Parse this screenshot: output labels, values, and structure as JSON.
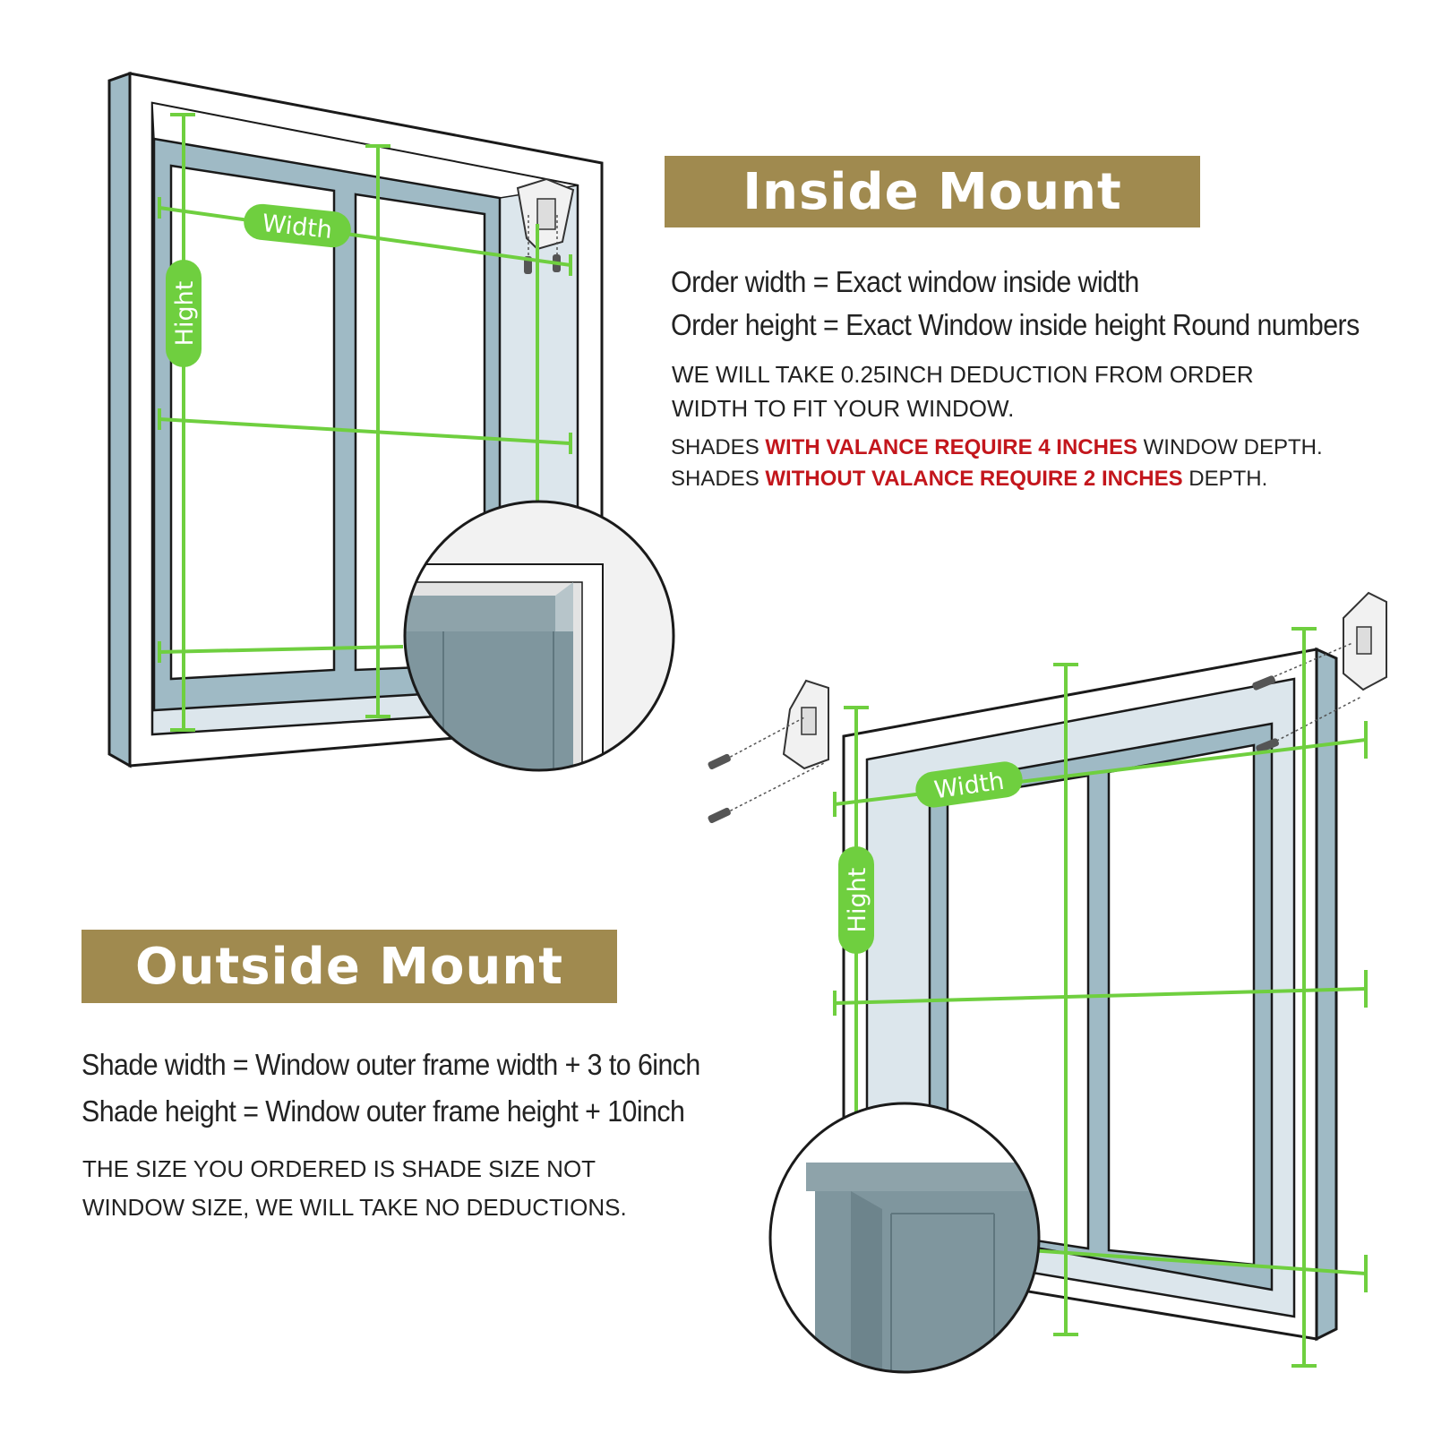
{
  "inside_mount": {
    "title": "Inside Mount",
    "line1": "Order width = Exact window inside width",
    "line2": "Order height = Exact Window inside height Round numbers",
    "note1": "WE WILL TAKE 0.25INCH DEDUCTION FROM ORDER",
    "note2": "WIDTH TO FIT YOUR WINDOW.",
    "depth1_prefix": "SHADES ",
    "depth1_highlight": "WITH VALANCE REQUIRE 4 INCHES",
    "depth1_suffix": " WINDOW DEPTH.",
    "depth2_prefix": "SHADES ",
    "depth2_highlight": "WITHOUT VALANCE REQUIRE 2 INCHES",
    "depth2_suffix": " DEPTH.",
    "width_label": "Width",
    "height_label": "Hight"
  },
  "outside_mount": {
    "title": "Outside Mount",
    "line1": "Shade width = Window outer frame width + 3 to 6inch",
    "line2": "Shade height = Window outer frame height + 10inch",
    "note1": "THE SIZE YOU ORDERED IS SHADE SIZE NOT",
    "note2": "WINDOW SIZE, WE WILL TAKE NO DEDUCTIONS.",
    "width_label": "Width",
    "height_label": "Hight"
  },
  "colors": {
    "banner": "#a08a4f",
    "highlight_red": "#c3161c",
    "measure_green": "#6fcf3f",
    "frame_blue": "#9fbac5",
    "shade_gray": "#7f969e"
  }
}
